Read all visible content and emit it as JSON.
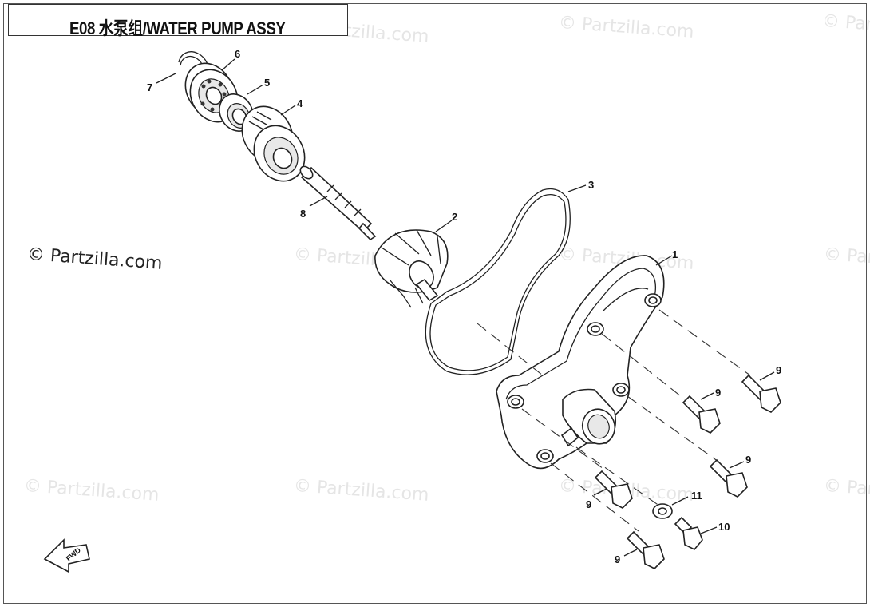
{
  "title": "E08  水泵组/WATER PUMP ASSY",
  "copyright": "© Partzilla.com",
  "watermark": "© Partzilla.com",
  "fwd_label": "FWD",
  "callouts": {
    "c1": "1",
    "c2": "2",
    "c3": "3",
    "c4": "4",
    "c5": "5",
    "c6": "6",
    "c7": "7",
    "c8": "8",
    "c9a": "9",
    "c9b": "9",
    "c9c": "9",
    "c9d": "9",
    "c9e": "9",
    "c10": "10",
    "c11": "11"
  }
}
